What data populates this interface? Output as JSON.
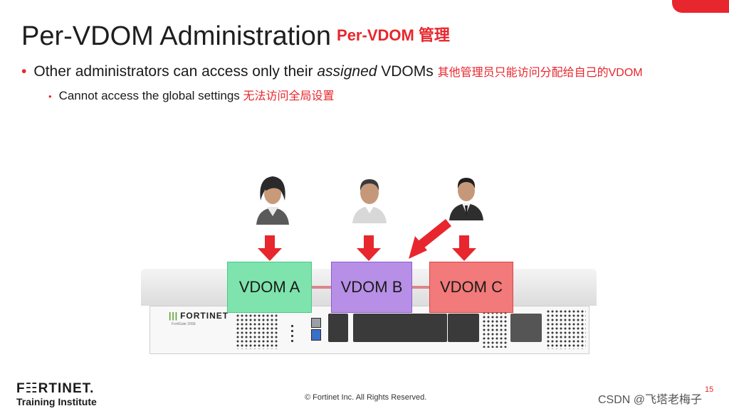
{
  "slide": {
    "title": "Per-VDOM Administration",
    "title_cn": "Per-VDOM 管理",
    "bullet1": {
      "prefix": "Other administrators can access only their ",
      "emphasis": "assigned",
      "suffix": " VDOMs",
      "cn": "其他管理员只能访问分配给自己的VDOM"
    },
    "bullet2": {
      "text": "Cannot access the global settings",
      "cn": "无法访问全局设置"
    },
    "bullet_char": "•"
  },
  "diagram": {
    "vdoms": [
      {
        "label": "VDOM A",
        "color": "#7fe3ad"
      },
      {
        "label": "VDOM B",
        "color": "#b78fe6"
      },
      {
        "label": "VDOM C",
        "color": "#f27a7a"
      }
    ],
    "arrow_color": "#e8262d",
    "device_logo": "FORTINET",
    "device_model": "FortiGate 200E"
  },
  "footer": {
    "logo": "F☷RTINET.",
    "subtitle": "Training Institute",
    "copyright": "© Fortinet Inc. All Rights Reserved.",
    "page_number": "15"
  },
  "watermark": "CSDN @飞塔老梅子"
}
